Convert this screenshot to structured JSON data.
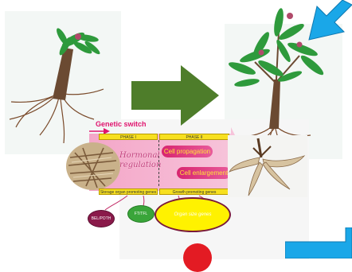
{
  "diagram": {
    "genetic_switch_label": "Genetic switch",
    "phase_1_label": "PHASE I",
    "phase_2_label": "PHASE II",
    "hormonal_label": "Hormonal regulation",
    "cell_propagation_label": "Cell propagation",
    "cell_enlargement_label": "Cell enlargement",
    "storage_genes_label": "Storage organ promoting genes",
    "growth_genes_label": "Growth promoting genes",
    "bel_label": "BEL/POTH",
    "ft_label": "FT/TFL",
    "organ_genes_label": "Organ size genes"
  },
  "colors": {
    "arrow_green": "#4e7d2a",
    "corner_arrow_blue": "#1aa7e8",
    "phase_yellow": "#f7e020",
    "genetic_switch_pink": "#e0146e",
    "bel_oval": "#8a1a4a",
    "ft_oval": "#3aa53a",
    "organ_oval": "#fff200",
    "red_dot": "#e31b23"
  }
}
